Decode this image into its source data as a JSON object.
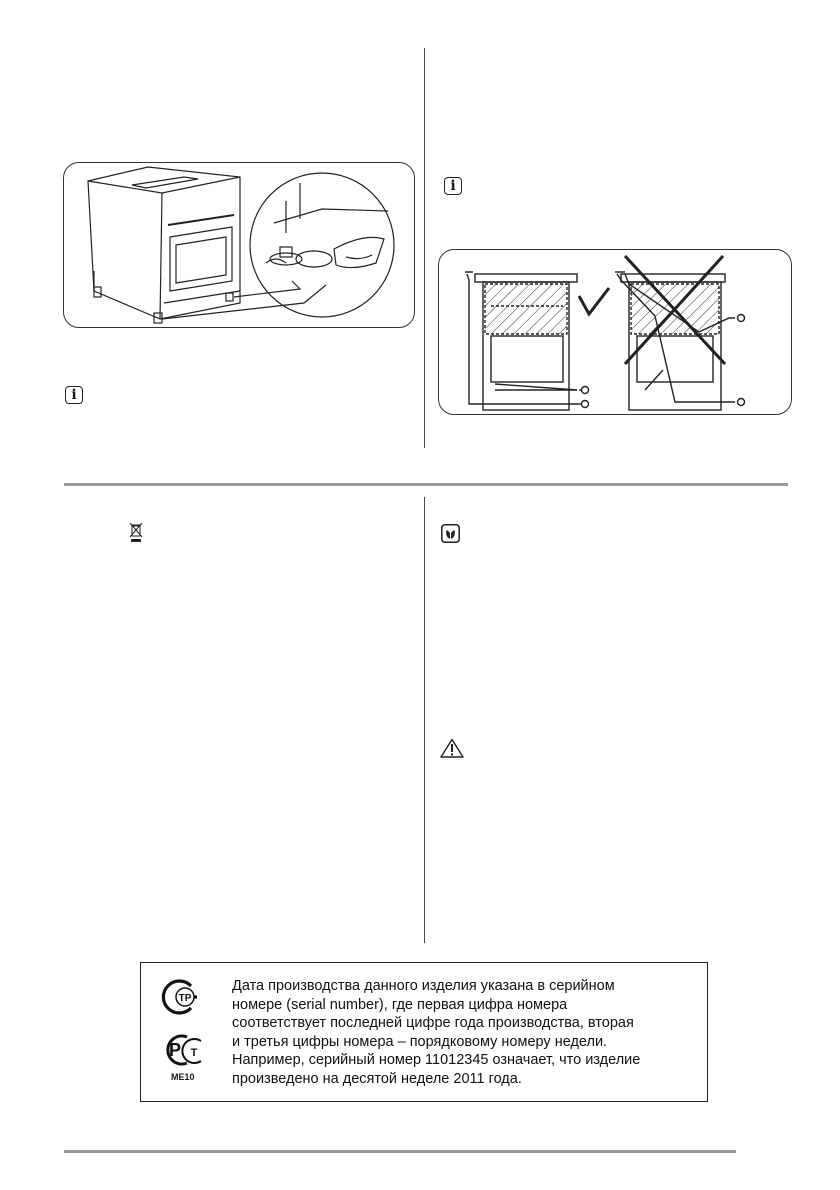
{
  "icons": {
    "info_1": "info-icon",
    "info_2": "info-icon",
    "weee": "crossed-out-bin-icon",
    "eco": "environment-icon",
    "warning": "warning-triangle-icon"
  },
  "cert_box": {
    "lines": [
      "Дата производства данного изделия указана в серийном",
      "номере (serial number), где первая цифра номера",
      "соответствует последней цифре года производства, вторая",
      "и третья цифры номера – порядковому номеру недели.",
      "Например, серийный номер 11012345 означает, что изделие",
      "произведено на десятой неделе 2011 года."
    ],
    "mark_1": "ТР",
    "mark_2_letter": "Р",
    "mark_2_sub": "Т",
    "mark_code": "ME10"
  },
  "colors": {
    "line": "#4a4a4a",
    "rule": "#9a9a9a",
    "ink": "#1a1a1a"
  }
}
